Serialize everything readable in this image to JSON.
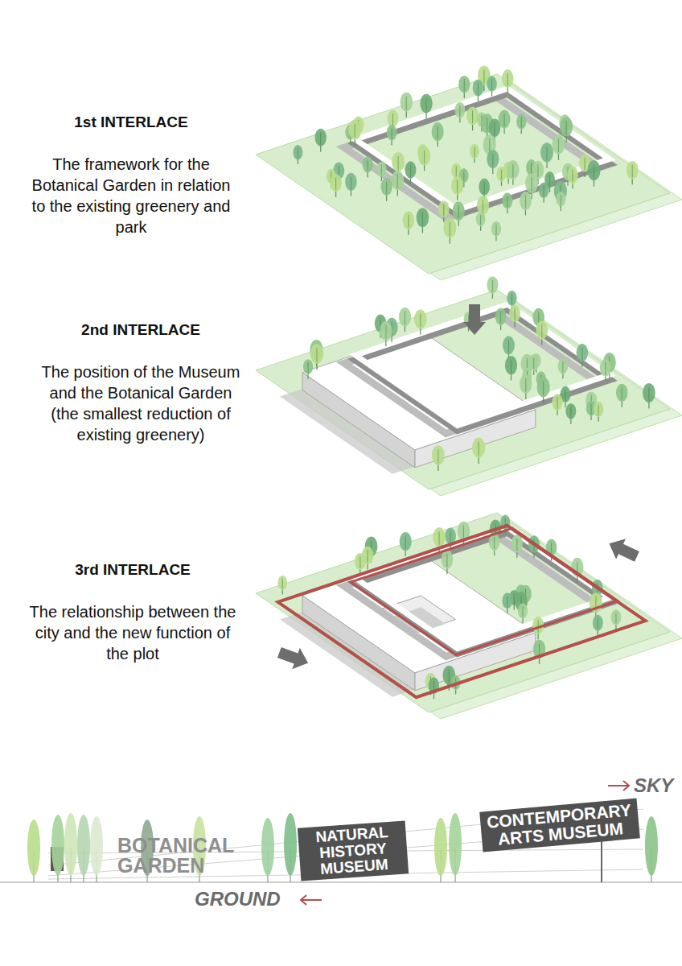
{
  "diagram": {
    "nodes": [
      {
        "text": [
          "NATURAL HISTORY MUSEUM"
        ]
      },
      {
        "text": [
          "CONTEMPORARY ARTS MUSEUM"
        ]
      }
    ],
    "labels": [
      "1st INTERLACE",
      "The framework for the Botanical Garden in relation to the existing greenery and park",
      "2nd INTERLACE",
      "The position of the Museum and the Botanical Garden (the smallest reduction of existing greenery)",
      "3rd INTERLACE",
      "The relationship between the city and the new function of the plot",
      "BOTANICAL GARDEN",
      "SKY",
      "GROUND"
    ]
  }
}
